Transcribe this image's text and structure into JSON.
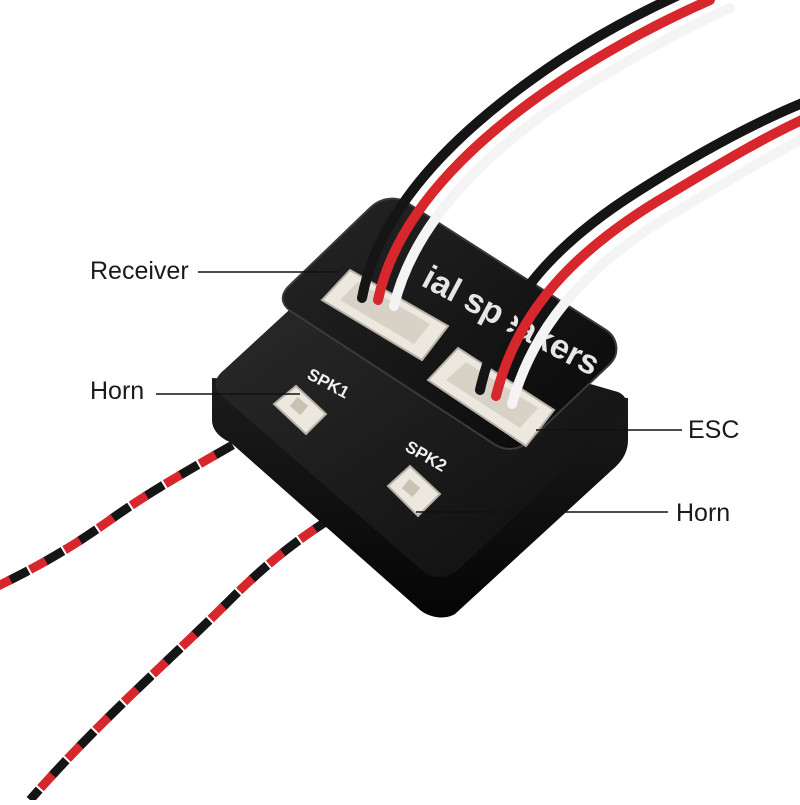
{
  "module": {
    "lid_text": "ial speakers",
    "port_spk1": "SPK1",
    "port_spk2": "SPK2"
  },
  "callouts": {
    "receiver": "Receiver",
    "horn_left": "Horn",
    "esc": "ESC",
    "horn_right": "Horn"
  },
  "colors": {
    "housing": "#141414",
    "wire_red": "#d8262d",
    "wire_white": "#f4f4f4",
    "wire_black": "#151515",
    "connector": "#ece8e0"
  }
}
